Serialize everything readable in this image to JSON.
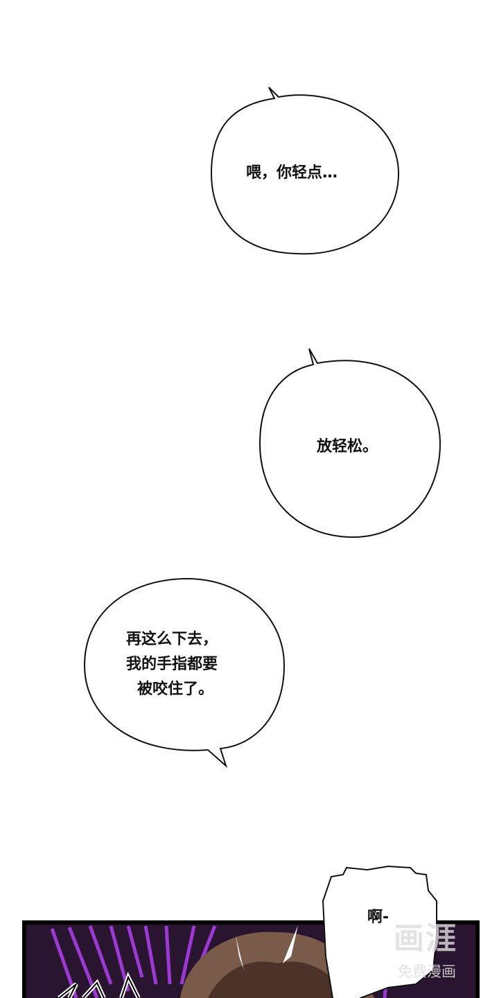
{
  "bubbles": [
    {
      "text": "喂，你轻点…"
    },
    {
      "text": "放轻松。"
    },
    {
      "lines": [
        "再这么下去，",
        "我的手指都要",
        "被咬住了。"
      ]
    },
    {
      "text": "啊-"
    }
  ],
  "watermark": {
    "logo": "画涯",
    "subtitle": "免费漫画"
  },
  "colors": {
    "panel_bg": "#2a1530",
    "accent_purple": "#9b30d8",
    "hair": "#7a5a48"
  }
}
